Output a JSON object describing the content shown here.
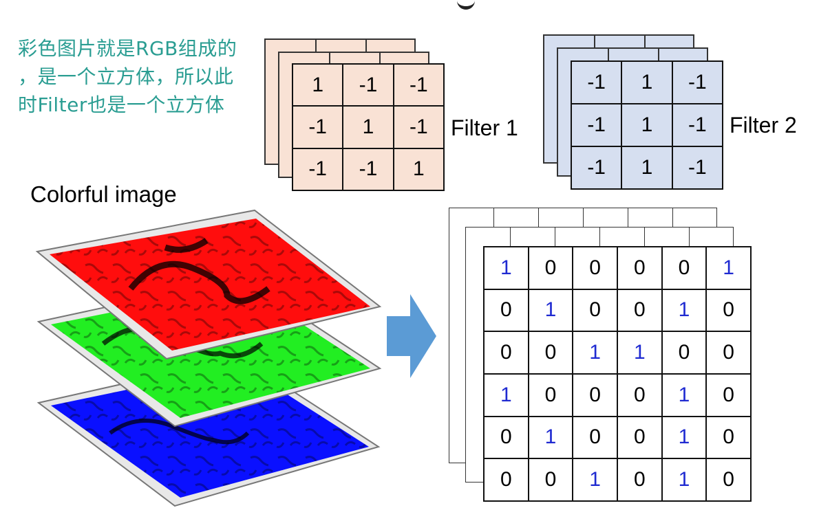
{
  "caption": {
    "line1": "彩色图片就是RGB组成的",
    "line2": "，是一个立方体，所以此",
    "line3": "时Filter也是一个立方体"
  },
  "filter1": {
    "label": "Filter 1",
    "fill": "#f9e2d5",
    "rows": [
      [
        "1",
        "-1",
        "-1"
      ],
      [
        "-1",
        "1",
        "-1"
      ],
      [
        "-1",
        "-1",
        "1"
      ]
    ]
  },
  "filter2": {
    "label": "Filter 2",
    "fill": "#d6dff0",
    "rows": [
      [
        "-1",
        "1",
        "-1"
      ],
      [
        "-1",
        "1",
        "-1"
      ],
      [
        "-1",
        "1",
        "-1"
      ]
    ]
  },
  "image": {
    "label": "Colorful image",
    "layers": [
      "red",
      "green",
      "blue"
    ],
    "colors": {
      "red": "#ff0d0d",
      "green": "#22ee22",
      "blue": "#0a10ff"
    }
  },
  "arrow_color": "#5b9bd5",
  "output": {
    "rows": [
      [
        "1",
        "0",
        "0",
        "0",
        "0",
        "1"
      ],
      [
        "0",
        "1",
        "0",
        "0",
        "1",
        "0"
      ],
      [
        "0",
        "0",
        "1",
        "1",
        "0",
        "0"
      ],
      [
        "1",
        "0",
        "0",
        "0",
        "1",
        "0"
      ],
      [
        "0",
        "1",
        "0",
        "0",
        "1",
        "0"
      ],
      [
        "0",
        "0",
        "1",
        "0",
        "1",
        "0"
      ]
    ],
    "one_color": "#1f2ad1"
  }
}
